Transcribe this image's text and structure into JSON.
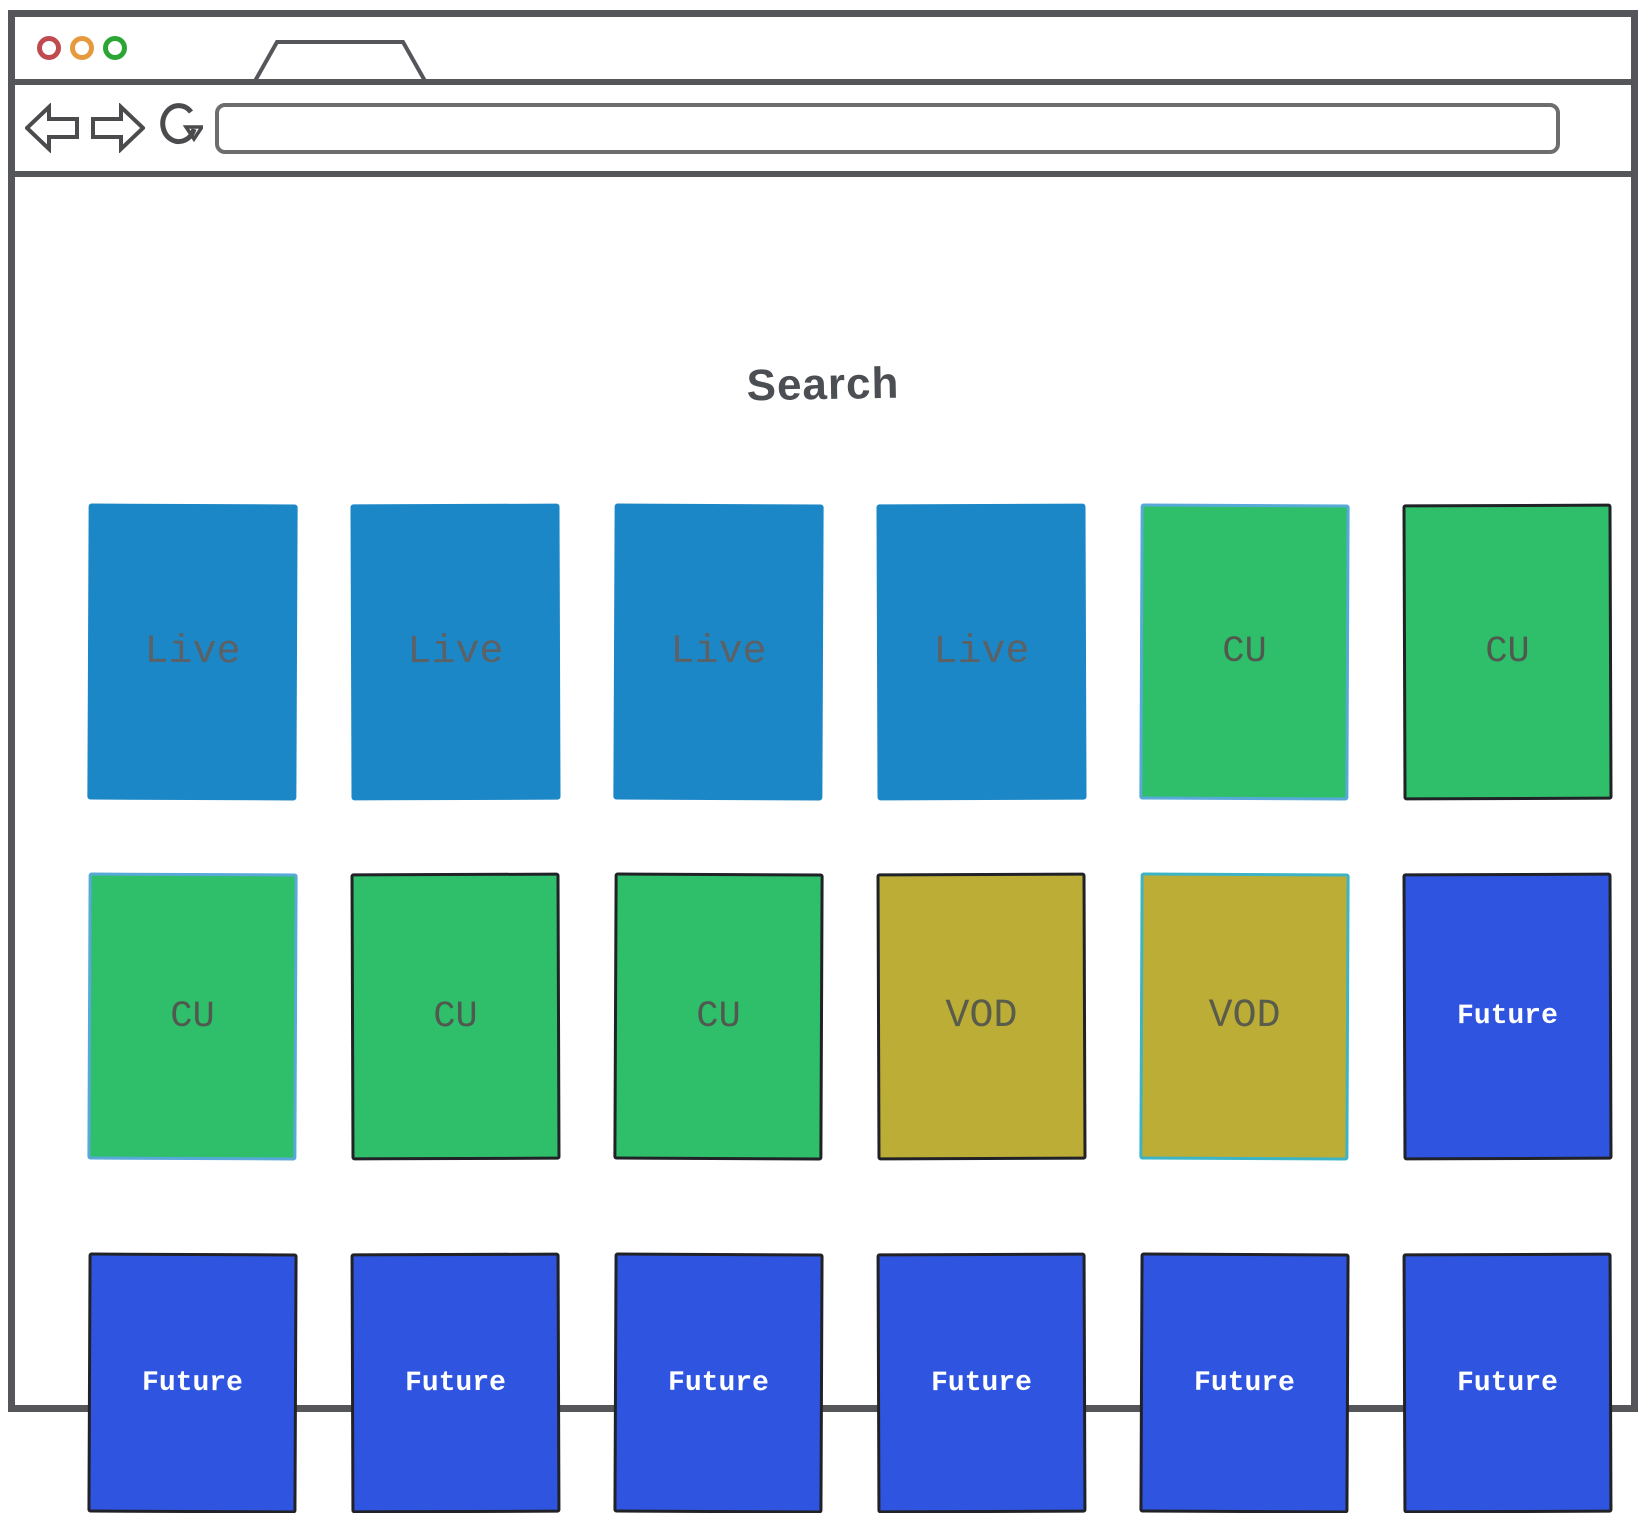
{
  "browser": {
    "window_controls": [
      {
        "name": "close",
        "color": "#bf4b50"
      },
      {
        "name": "minimize",
        "color": "#e49a3d"
      },
      {
        "name": "maximize",
        "color": "#2ba635"
      }
    ],
    "tab": {
      "label": ""
    },
    "toolbar": {
      "back_icon": "back-arrow",
      "forward_icon": "forward-arrow",
      "reload_icon": "reload-arrow",
      "url_value": "",
      "url_placeholder": ""
    }
  },
  "page": {
    "title": "Search",
    "card_colors": {
      "Live": "#1b87c6",
      "CU": "#2fbe69",
      "VOD": "#bcad36",
      "Future": "#2f55e0"
    },
    "label_colors": {
      "Live": "#5c6166",
      "CU": "#50584f",
      "VOD": "#5a5c4b",
      "Future": "#ffffff"
    },
    "cards": [
      {
        "row": 1,
        "label": "Live",
        "edge": "none"
      },
      {
        "row": 1,
        "label": "Live",
        "edge": "none"
      },
      {
        "row": 1,
        "label": "Live",
        "edge": "none"
      },
      {
        "row": 1,
        "label": "Live",
        "edge": "none"
      },
      {
        "row": 1,
        "label": "CU",
        "edge": "blue"
      },
      {
        "row": 1,
        "label": "CU",
        "edge": "dark"
      },
      {
        "row": 2,
        "label": "CU",
        "edge": "blue"
      },
      {
        "row": 2,
        "label": "CU",
        "edge": "dark"
      },
      {
        "row": 2,
        "label": "CU",
        "edge": "dark"
      },
      {
        "row": 2,
        "label": "VOD",
        "edge": "dark"
      },
      {
        "row": 2,
        "label": "VOD",
        "edge": "teal"
      },
      {
        "row": 2,
        "label": "Future",
        "edge": "dark"
      },
      {
        "row": 3,
        "label": "Future",
        "edge": "dark"
      },
      {
        "row": 3,
        "label": "Future",
        "edge": "dark"
      },
      {
        "row": 3,
        "label": "Future",
        "edge": "dark"
      },
      {
        "row": 3,
        "label": "Future",
        "edge": "dark"
      },
      {
        "row": 3,
        "label": "Future",
        "edge": "dark"
      },
      {
        "row": 3,
        "label": "Future",
        "edge": "dark"
      }
    ]
  }
}
